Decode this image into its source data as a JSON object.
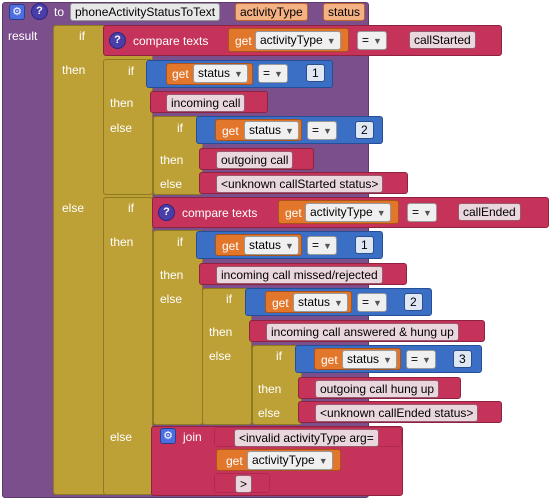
{
  "procedure": {
    "header_to": "to",
    "name": "phoneActivityStatusToText",
    "params": [
      "activityType",
      "status"
    ],
    "result_label": "result"
  },
  "labels": {
    "if": "if",
    "then": "then",
    "else": "else",
    "compare_texts": "compare texts",
    "get": "get",
    "join": "join",
    "eq": "=",
    "quote": "\""
  },
  "vars": {
    "activityType": "activityType",
    "status": "status"
  },
  "strings": {
    "callStarted": "callStarted",
    "incoming_call": "incoming call",
    "outgoing_call": "outgoing call",
    "unknown_started": "<unknown callStarted status>",
    "callEnded": "callEnded",
    "missed": "incoming call missed/rejected",
    "answered": "incoming call answered & hung up",
    "outgoing_hung": "outgoing call hung up",
    "unknown_ended": "<unknown callEnded status>",
    "invalid": "<invalid activityType arg=",
    "close": ">"
  },
  "numbers": {
    "n1": "1",
    "n2": "2",
    "n3": "3"
  },
  "icons": {
    "gear": "gear-icon",
    "help": "help-icon"
  },
  "colors": {
    "procedure": "#7b4f8c",
    "control": "#bda036",
    "text": "#c6335a",
    "math": "#3b6fc6",
    "variable": "#e2762b"
  }
}
